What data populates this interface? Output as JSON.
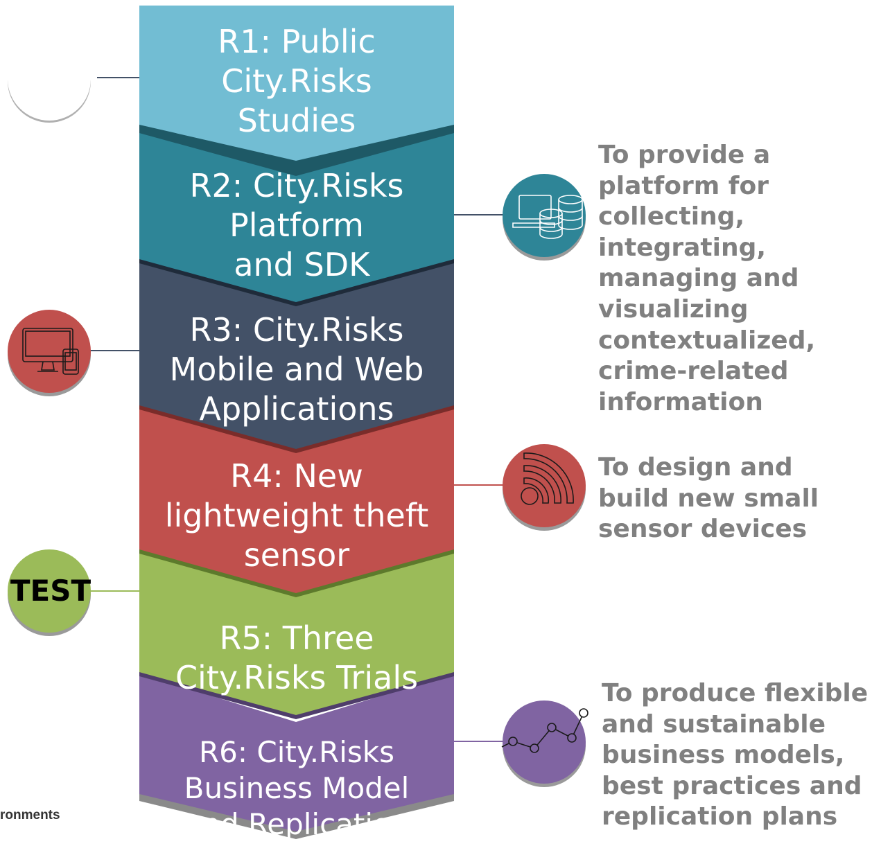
{
  "segments": [
    {
      "id": "r1",
      "color": "#72bdd3",
      "lines": [
        "R1: Public",
        "City.Risks",
        "Studies"
      ]
    },
    {
      "id": "r2",
      "color": "#2e8597",
      "lines": [
        "R2: City.Risks",
        "Platform",
        " and SDK"
      ]
    },
    {
      "id": "r3",
      "color": "#435167",
      "lines": [
        "R3: City.Risks",
        "Mobile and Web",
        "Applications"
      ]
    },
    {
      "id": "r4",
      "color": "#c0504d",
      "lines": [
        "R4: New",
        "lightweight theft",
        "sensor"
      ]
    },
    {
      "id": "r5",
      "color": "#9bbb59",
      "lines": [
        "R5: Three",
        "City.Risks Trials"
      ]
    },
    {
      "id": "r6",
      "color": "#8064a2",
      "lines": [
        "R6: City.Risks",
        "Business Model",
        "and Replication"
      ]
    }
  ],
  "descriptions": {
    "r2": [
      "To provide a",
      "platform for",
      "collecting,",
      "integrating,",
      "managing and",
      "visualizing",
      "contextualized,",
      "crime-related",
      "information"
    ],
    "r4": [
      "To design and",
      "build new small",
      "sensor devices"
    ],
    "r6": [
      "To produce flexible",
      "and sustainable",
      "business models,",
      "best practices and",
      "replication plans"
    ]
  },
  "icons": {
    "r1": {
      "name": "blank-circle-icon",
      "color": "#ffffff"
    },
    "r2": {
      "name": "laptop-database-icon",
      "color": "#2e8597"
    },
    "r3": {
      "name": "desktop-mobile-icon",
      "color": "#c0504d"
    },
    "r4": {
      "name": "rss-feed-icon",
      "color": "#c0504d"
    },
    "r5": {
      "name": "test-badge-icon",
      "color": "#9bbb59",
      "text": "TEST"
    },
    "r6": {
      "name": "trend-line-icon",
      "color": "#8064a2"
    }
  },
  "cut_text": "ronments"
}
